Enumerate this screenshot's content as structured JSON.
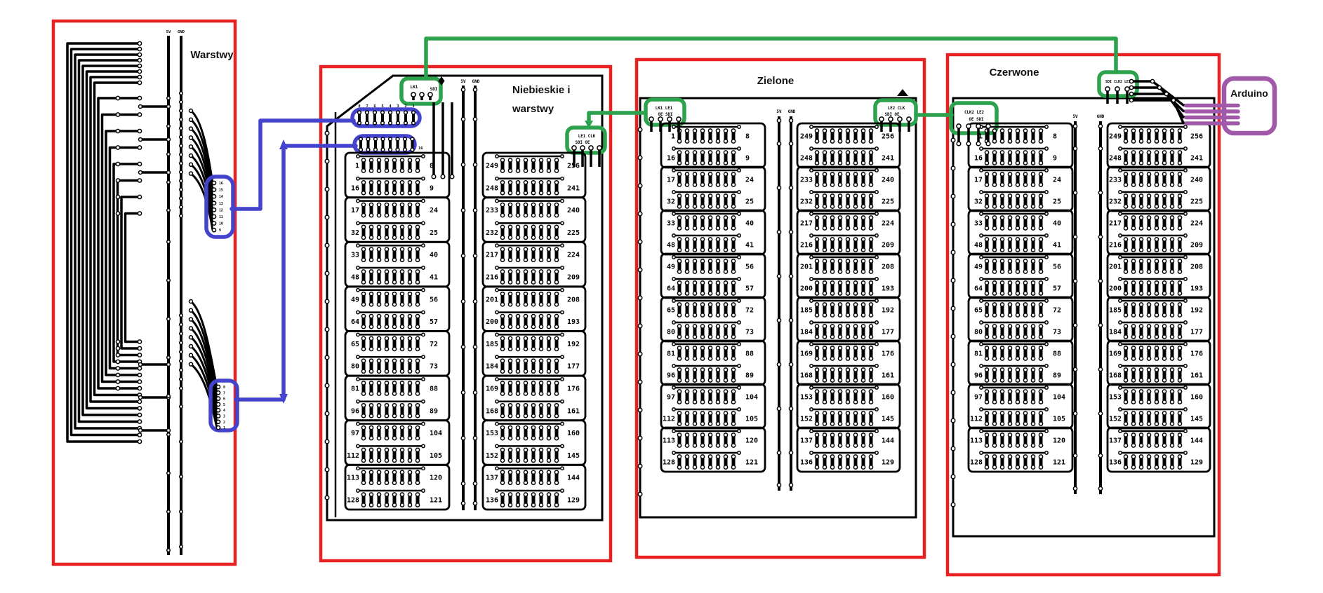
{
  "colors": {
    "board_border": "#e82222",
    "wire_green": "#2ba24b",
    "wire_blue": "#4343cd",
    "arduino_purple": "#a058a8",
    "trace_black": "#000000"
  },
  "arduino": {
    "label": "Arduino"
  },
  "boards": [
    {
      "id": "warstwy",
      "title_lines": [
        "Warstwy"
      ],
      "v5": "5V",
      "gnd": "GND",
      "upper_connector_pins": [
        "16",
        "15",
        "14",
        "13",
        "12",
        "11",
        "10",
        "9"
      ],
      "lower_connector_pins": [
        "8",
        "7",
        "6",
        "5",
        "4",
        "3",
        "2",
        "1"
      ]
    },
    {
      "id": "niebieskie",
      "title_lines": [
        "Niebieskie i",
        "warstwy"
      ],
      "v5": "5V",
      "gnd": "GND",
      "top_connector_labels": [
        "LK1",
        "SDI"
      ],
      "header1_pin_numbers": [
        "8",
        "7",
        "6",
        "5",
        "4",
        "3",
        "2",
        "1"
      ],
      "header2_pin_number": "16",
      "right_connector": {
        "line1": "LE1  CLK",
        "line2": "SDI  OE"
      }
    },
    {
      "id": "zielone",
      "title_lines": [
        "Zielone"
      ],
      "v5": "5V",
      "gnd": "GND",
      "left_connector": {
        "line1": "LK1  LE1",
        "line2": "OE  SDI"
      },
      "right_connector": {
        "line1": "LE2  CLK",
        "line2": "SDI  OE"
      }
    },
    {
      "id": "czerwone",
      "title_lines": [
        "Czerwone"
      ],
      "v5": "5V",
      "gnd": "GND",
      "left_connector": {
        "line1": "CLK2  LE2",
        "line2": "OE  SDI"
      },
      "top_connector_label": "SDI  CLK2  LE1"
    }
  ],
  "led_matrix": {
    "left_column": {
      "left_labels": [
        "1",
        "16",
        "17",
        "32",
        "33",
        "48",
        "49",
        "64",
        "65",
        "80",
        "81",
        "96",
        "97",
        "112",
        "113",
        "128"
      ],
      "right_labels": [
        "8",
        "9",
        "24",
        "25",
        "40",
        "41",
        "56",
        "57",
        "72",
        "73",
        "88",
        "89",
        "104",
        "105",
        "120",
        "121"
      ]
    },
    "right_column": {
      "left_labels": [
        "249",
        "248",
        "233",
        "232",
        "217",
        "216",
        "201",
        "200",
        "185",
        "184",
        "169",
        "168",
        "153",
        "152",
        "137",
        "136"
      ],
      "right_labels": [
        "256",
        "241",
        "240",
        "225",
        "224",
        "209",
        "208",
        "193",
        "192",
        "177",
        "176",
        "161",
        "160",
        "145",
        "144",
        "129"
      ]
    }
  }
}
